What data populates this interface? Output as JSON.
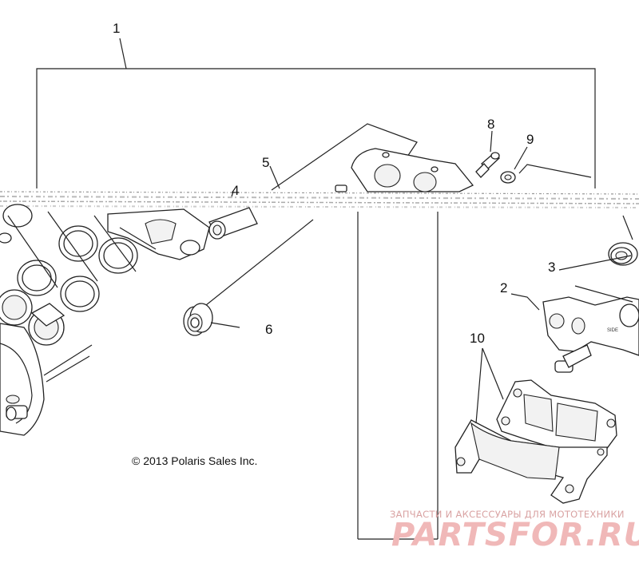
{
  "diagram": {
    "callouts": {
      "c1": "1",
      "c2": "2",
      "c3": "3",
      "c4": "4",
      "c5": "5",
      "c6": "6",
      "c8": "8",
      "c9": "9",
      "c10": "10"
    },
    "copyright": "© 2013 Polaris Sales Inc.",
    "watermark": {
      "tagline": "ЗАПЧАСТИ И АКСЕССУАРЫ ДЛЯ МОТОТЕХНИКИ",
      "logo": "PARTSFOR.RU"
    }
  },
  "colors": {
    "line": "#222222",
    "watermark": "#f0b8b8",
    "background": "#ffffff"
  }
}
